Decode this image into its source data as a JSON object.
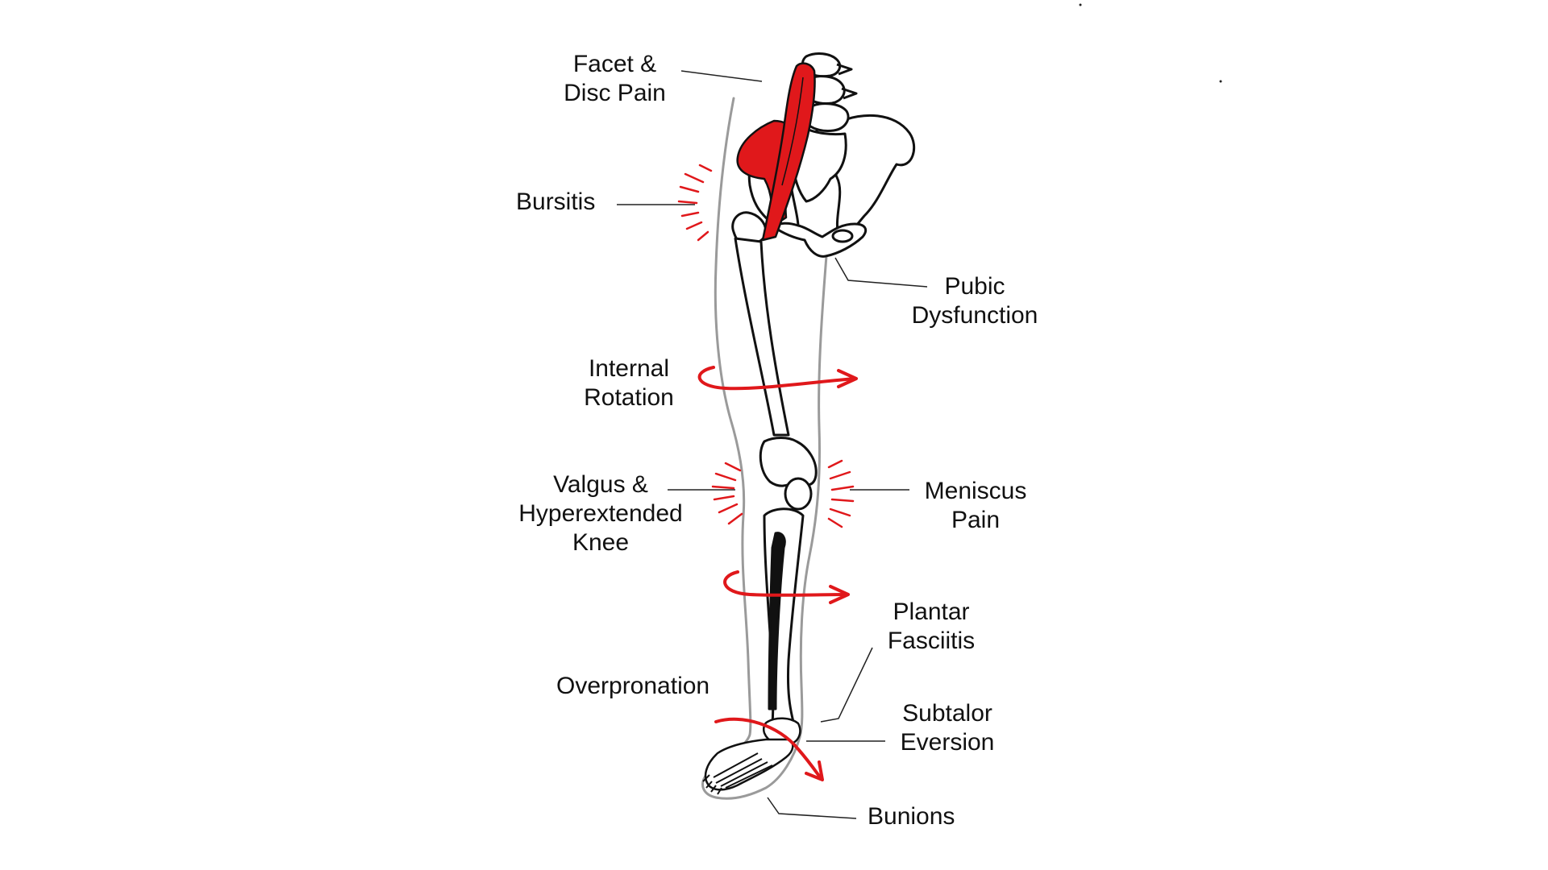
{
  "colors": {
    "accent": "#e0181b",
    "bone_outline": "#111111",
    "body_outline": "#9a9a9a",
    "leader_line": "#222222"
  },
  "labels": {
    "facet_disc": [
      "Facet &",
      "Disc Pain"
    ],
    "bursitis": [
      "Bursitis"
    ],
    "pubic": [
      "Pubic",
      "Dysfunction"
    ],
    "internal_rotation": [
      "Internal",
      "Rotation"
    ],
    "valgus": [
      "Valgus &",
      "Hyperextended",
      "Knee"
    ],
    "meniscus": [
      "Meniscus",
      "Pain"
    ],
    "plantar": [
      "Plantar",
      "Fasciitis"
    ],
    "overpronation": [
      "Overpronation"
    ],
    "subtalor": [
      "Subtalor",
      "Eversion"
    ],
    "bunions": [
      "Bunions"
    ]
  },
  "icons": {
    "muscle": "psoas-muscle-icon",
    "pain": "pain-burst-icon",
    "rotation": "rotation-arrow-icon"
  }
}
